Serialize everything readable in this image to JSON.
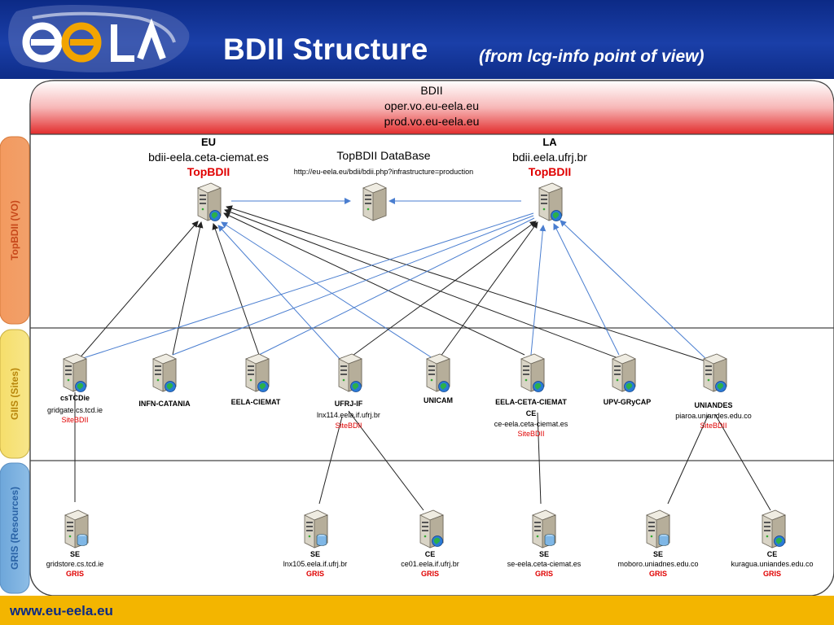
{
  "header": {
    "title": "BDII Structure",
    "subtitle": "(from lcg-info point of view)",
    "logo_alt": "ee LA"
  },
  "footer": {
    "url": "www.eu-eela.eu"
  },
  "bdii_box": {
    "line1": "BDII",
    "line2": "oper.vo.eu-eela.eu",
    "line3": "prod.vo.eu-eela.eu"
  },
  "side_labels": {
    "topbdii": "TopBDII (VO)",
    "giis": "GIIS (Sites)",
    "gris": "GRIS (Resources)"
  },
  "top": {
    "eu": {
      "name": "EU",
      "host": "bdii-eela.ceta-ciemat.es",
      "role": "TopBDII"
    },
    "la": {
      "name": "LA",
      "host": "bdii.eela.ufrj.br",
      "role": "TopBDII"
    },
    "db": {
      "name": "TopBDII DataBase",
      "url": "http://eu-eela.eu/bdii/bdii.php?infrastructure=production"
    }
  },
  "sites": [
    {
      "name": "csTCDie",
      "host": "gridgate.cs.tcd.ie",
      "role": "SiteBDII"
    },
    {
      "name": "INFN-CATANIA",
      "host": "",
      "role": ""
    },
    {
      "name": "EELA-CIEMAT",
      "host": "",
      "role": ""
    },
    {
      "name": "UFRJ-IF",
      "host": "lnx114.eela.if.ufrj.br",
      "role": "SiteBDII"
    },
    {
      "name": "UNICAM",
      "host": "",
      "role": ""
    },
    {
      "name": "EELA-CETA-CIEMAT",
      "name2": "CE",
      "host": "ce-eela.ceta-ciemat.es",
      "role": "SiteBDII"
    },
    {
      "name": "UPV-GRyCAP",
      "host": "",
      "role": ""
    },
    {
      "name": "UNIANDES",
      "host": "piaroa.uniandes.edu.co",
      "role": "SiteBDII"
    }
  ],
  "resources": [
    {
      "type": "SE",
      "host": "gridstore.cs.tcd.ie",
      "role": "GRIS"
    },
    {
      "type": "SE",
      "host": "lnx105.eela.if.ufrj.br",
      "role": "GRIS"
    },
    {
      "type": "CE",
      "host": "ce01.eela.if.ufrj.br",
      "role": "GRIS"
    },
    {
      "type": "SE",
      "host": "se-eela.ceta-ciemat.es",
      "role": "GRIS"
    },
    {
      "type": "SE",
      "host": "moboro.uniadnes.edu.co",
      "role": "GRIS"
    },
    {
      "type": "CE",
      "host": "kuragua.uniandes.edu.co",
      "role": "GRIS"
    }
  ],
  "colors": {
    "header": "#1a3fa8",
    "footer": "#f3b500",
    "bdii_band": "#e53b3b",
    "topbdii_band": "#f08a4b",
    "giis_band": "#f4dc6a",
    "gris_band": "#7fb2dd",
    "black_link": "#222222",
    "blue_link": "#4a7ed0"
  }
}
